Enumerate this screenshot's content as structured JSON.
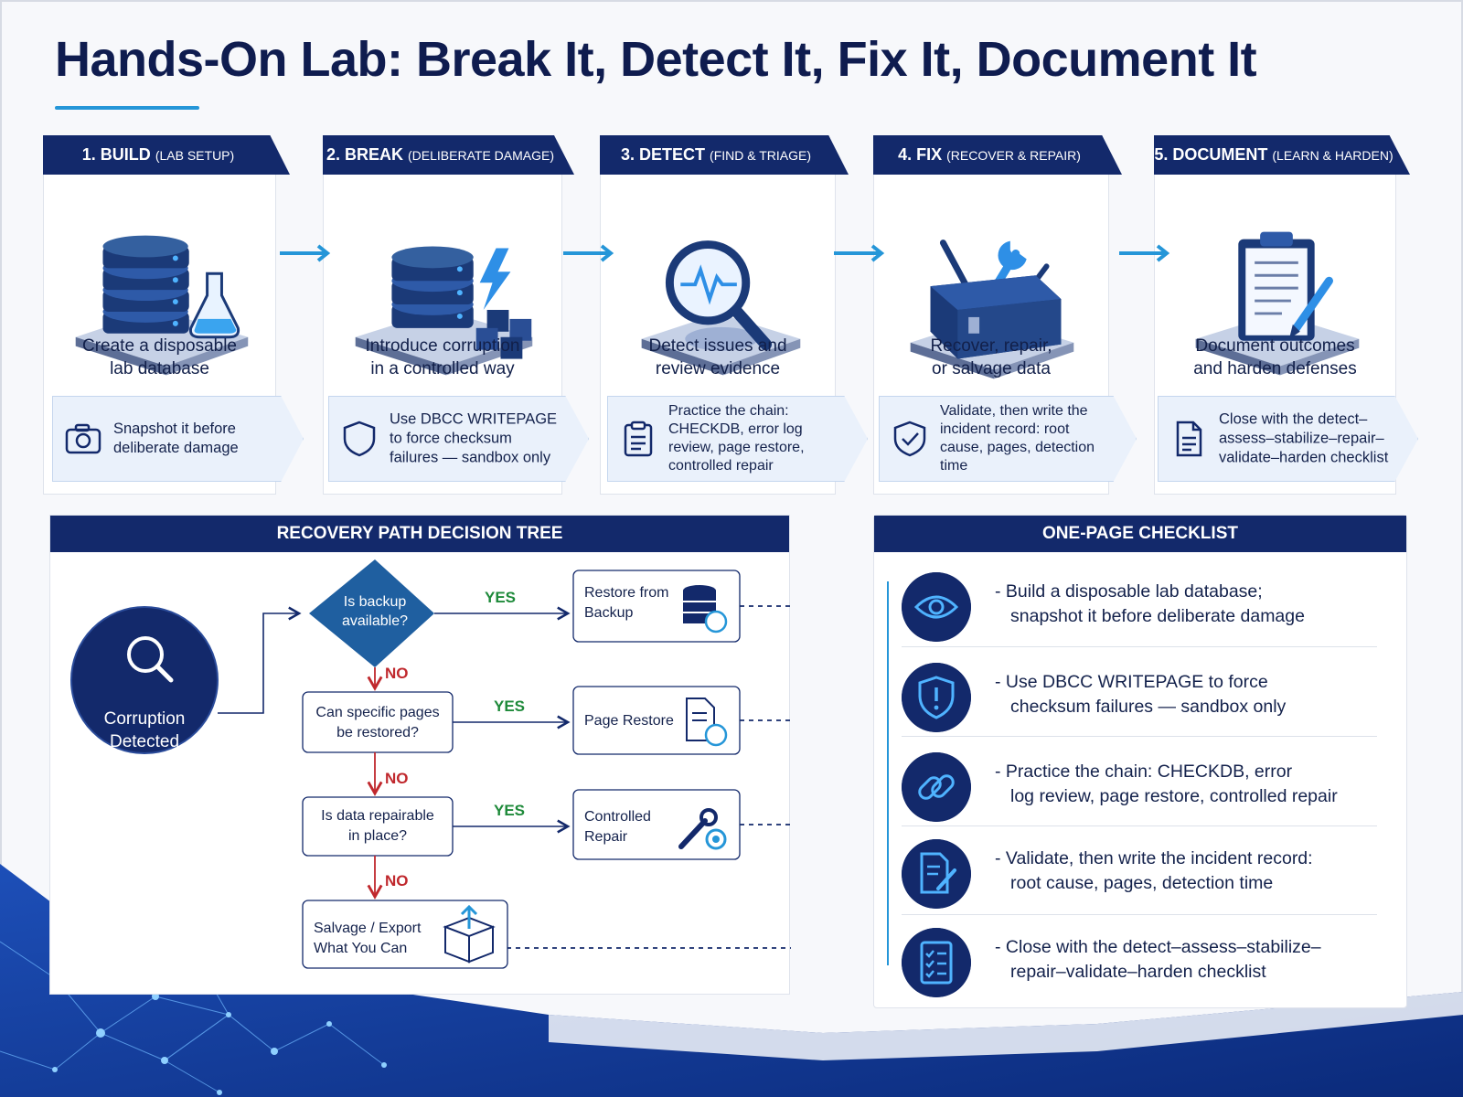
{
  "title": "Hands-On Lab: Break It, Detect It, Fix It, Document It",
  "stages": [
    {
      "number": "1. BUILD",
      "sub": "(LAB SETUP)",
      "desc_line1": "Create a disposable",
      "desc_line2": "lab database",
      "icon": "database-flask-icon",
      "tip_icon": "camera-icon",
      "tip_lines": [
        "Snapshot it before",
        "deliberate damage"
      ]
    },
    {
      "number": "2. BREAK",
      "sub": "(DELIBERATE DAMAGE)",
      "desc_line1": "Introduce corruption",
      "desc_line2": "in a controlled way",
      "icon": "database-lightning-icon",
      "tip_icon": "shield-icon",
      "tip_lines": [
        "Use DBCC WRITEPAGE",
        "to force checksum",
        "failures — sandbox only"
      ]
    },
    {
      "number": "3. DETECT",
      "sub": "(FIND & TRIAGE)",
      "desc_line1": "Detect issues and",
      "desc_line2": "review evidence",
      "icon": "magnifier-pulse-icon",
      "tip_icon": "clipboard-icon",
      "tip_lines": [
        "Practice the chain:",
        "CHECKDB, error log",
        "review, page restore,",
        "controlled repair"
      ]
    },
    {
      "number": "4. FIX",
      "sub": "(RECOVER & REPAIR)",
      "desc_line1": "Recover, repair,",
      "desc_line2": "or salvage data",
      "icon": "toolbox-icon",
      "tip_icon": "shield-check-icon",
      "tip_lines": [
        "Validate, then write the",
        "incident record: root",
        "cause, pages, detection",
        "time"
      ]
    },
    {
      "number": "5. DOCUMENT",
      "sub": "(LEARN & HARDEN)",
      "desc_line1": "Document outcomes",
      "desc_line2": "and harden defenses",
      "icon": "clipboard-pen-icon",
      "tip_icon": "document-icon",
      "tip_lines": [
        "Close with the detect–",
        "assess–stabilize–repair–",
        "validate–harden checklist"
      ]
    }
  ],
  "tree": {
    "heading": "RECOVERY PATH DECISION TREE",
    "start_line1": "Corruption",
    "start_line2": "Detected",
    "q1_line1": "Is backup",
    "q1_line2": "available?",
    "q2_line1": "Can specific pages",
    "q2_line2": "be restored?",
    "q3_line1": "Is data repairable",
    "q3_line2": "in place?",
    "yes": "YES",
    "no": "NO",
    "o1_line1": "Restore from",
    "o1_line2": "Backup",
    "o2": "Page Restore",
    "o3_line1": "Controlled",
    "o3_line2": "Repair",
    "o4_line1": "Salvage / Export",
    "o4_line2": "What You Can"
  },
  "checklist": {
    "heading": "ONE-PAGE CHECKLIST",
    "items": [
      {
        "icon": "eye-icon",
        "line1": "- Build a disposable lab database;",
        "line2": "snapshot it before deliberate damage"
      },
      {
        "icon": "shield-alert-icon",
        "line1": "- Use DBCC WRITEPAGE to force",
        "line2": "checksum failures — sandbox only"
      },
      {
        "icon": "chain-link-icon",
        "line1": "- Practice the chain: CHECKDB, error",
        "line2": "log review, page restore, controlled repair"
      },
      {
        "icon": "document-pen-icon",
        "line1": "- Validate, then write the incident record:",
        "line2": "root cause, pages, detection time"
      },
      {
        "icon": "checklist-icon",
        "line1": "- Close with the detect–assess–stabilize–",
        "line2": "repair–validate–harden checklist"
      }
    ]
  },
  "colors": {
    "navy": "#13296b",
    "accent": "#2596d8",
    "yes": "#1e8a3a",
    "no": "#c0282d",
    "diamond": "#1f5fa0"
  }
}
